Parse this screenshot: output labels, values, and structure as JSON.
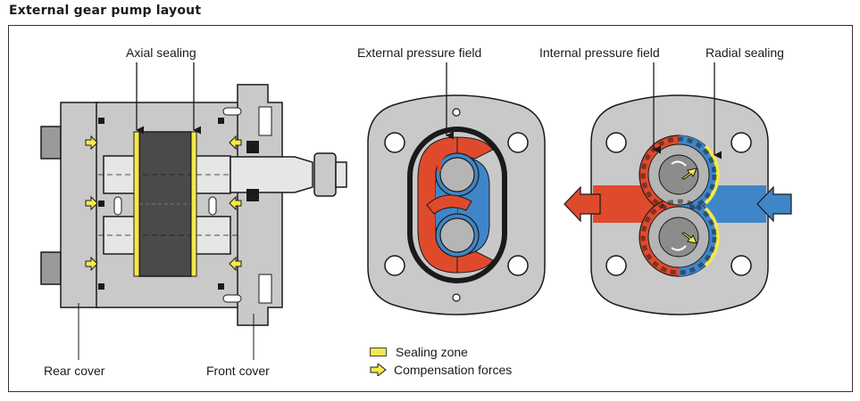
{
  "title": "External gear pump layout",
  "labels": {
    "axial_sealing": "Axial sealing",
    "external_pressure_field": "External pressure field",
    "internal_pressure_field": "Internal pressure field",
    "radial_sealing": "Radial sealing",
    "rear_cover": "Rear cover",
    "front_cover": "Front cover"
  },
  "legend": {
    "sealing_zone": "Sealing zone",
    "compensation_forces": "Compensation forces"
  },
  "colors": {
    "housing": "#c9c9c9",
    "housing_dark": "#8c8c8c",
    "gear_dark": "#4a4a4a",
    "pressure_red": "#e04a2c",
    "suction_blue": "#3f86c8",
    "sealing_yellow": "#f5e94a",
    "outline": "#1a1a1a"
  }
}
